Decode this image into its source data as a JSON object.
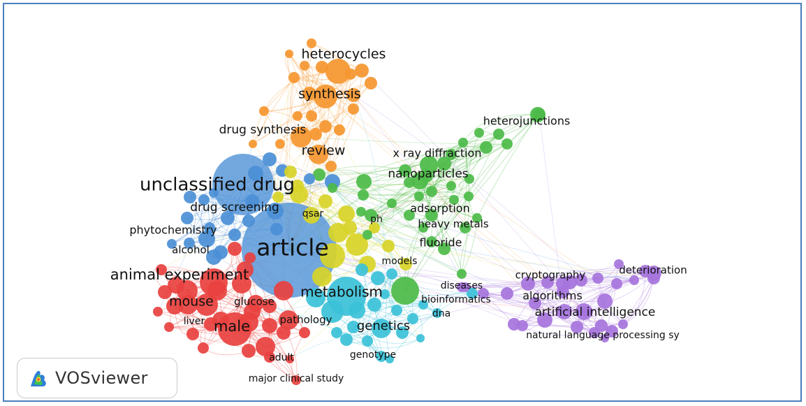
{
  "logo": {
    "text": "VOSviewer"
  },
  "clusters": {
    "orange": "#f5962f",
    "red": "#e8413f",
    "blue": "#4b8fd6",
    "yellow": "#d8d428",
    "green": "#4cbb48",
    "cyan": "#3bc1d8",
    "purple": "#a674dc"
  },
  "labels": [
    {
      "text": "heterocycles",
      "cluster": "orange"
    },
    {
      "text": "synthesis",
      "cluster": "orange"
    },
    {
      "text": "drug synthesis",
      "cluster": "orange"
    },
    {
      "text": "review",
      "cluster": "orange"
    },
    {
      "text": "heterojunctions",
      "cluster": "green"
    },
    {
      "text": "x ray diffraction",
      "cluster": "green"
    },
    {
      "text": "nanoparticles",
      "cluster": "green"
    },
    {
      "text": "adsorption",
      "cluster": "green"
    },
    {
      "text": "heavy metals",
      "cluster": "green"
    },
    {
      "text": "fluoride",
      "cluster": "green"
    },
    {
      "text": "ph",
      "cluster": "green"
    },
    {
      "text": "unclassified drug",
      "cluster": "blue"
    },
    {
      "text": "drug screening",
      "cluster": "blue"
    },
    {
      "text": "phytochemistry",
      "cluster": "blue"
    },
    {
      "text": "alcohol",
      "cluster": "blue"
    },
    {
      "text": "article",
      "cluster": "blue"
    },
    {
      "text": "qsar",
      "cluster": "yellow"
    },
    {
      "text": "models",
      "cluster": "yellow"
    },
    {
      "text": "animal experiment",
      "cluster": "red"
    },
    {
      "text": "mouse",
      "cluster": "red"
    },
    {
      "text": "glucose",
      "cluster": "red"
    },
    {
      "text": "liver",
      "cluster": "red"
    },
    {
      "text": "male",
      "cluster": "red"
    },
    {
      "text": "pathology",
      "cluster": "red"
    },
    {
      "text": "adult",
      "cluster": "red"
    },
    {
      "text": "major clinical study",
      "cluster": "red"
    },
    {
      "text": "metabolism",
      "cluster": "cyan"
    },
    {
      "text": "genetics",
      "cluster": "cyan"
    },
    {
      "text": "genotype",
      "cluster": "cyan"
    },
    {
      "text": "bioinformatics",
      "cluster": "cyan"
    },
    {
      "text": "dna",
      "cluster": "cyan"
    },
    {
      "text": "diseases",
      "cluster": "purple"
    },
    {
      "text": "cryptography",
      "cluster": "purple"
    },
    {
      "text": "deterioration",
      "cluster": "purple"
    },
    {
      "text": "algorithms",
      "cluster": "purple"
    },
    {
      "text": "artificial intelligence",
      "cluster": "purple"
    },
    {
      "text": "natural language processing sy",
      "cluster": "purple"
    }
  ]
}
